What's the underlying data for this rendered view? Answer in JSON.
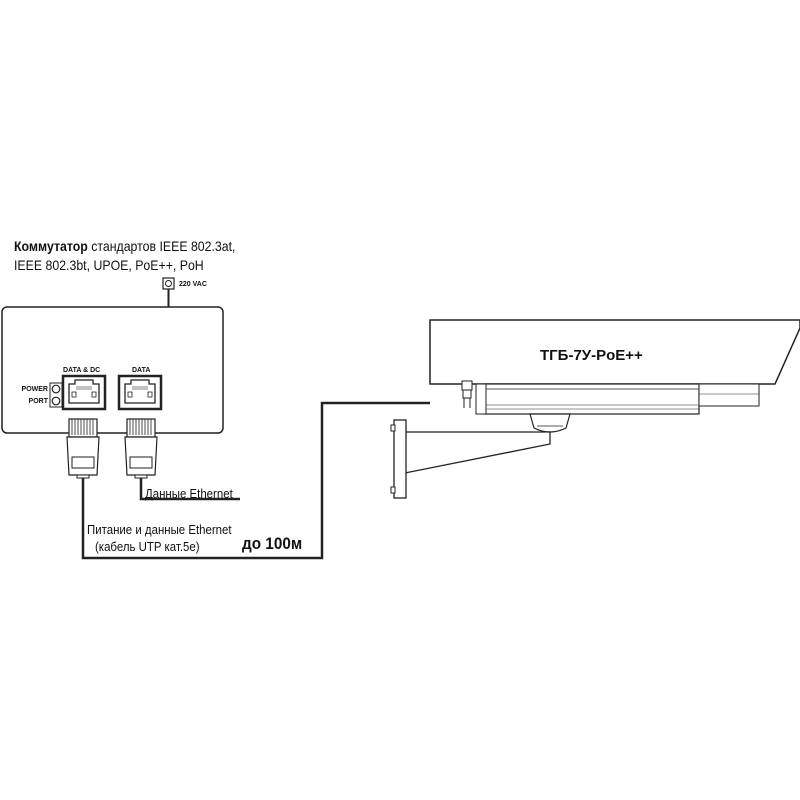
{
  "switch": {
    "title_bold": "Коммутатор",
    "title_rest": " стандартов IEEE 802.3at,",
    "title_line2": "IEEE 802.3bt, UPOE, PoE++, PoH",
    "power_input_label": "220 VAC",
    "power_label": "POWER",
    "port_label": "PORT",
    "port1_label": "DATA & DC",
    "port2_label": "DATA"
  },
  "cables": {
    "data_line_label": "Данные Ethernet",
    "poe_line_label_1": "Питание и данные Ethernet",
    "poe_line_label_2": "(кабель UTP кат.5е)",
    "distance_label": "до 100м"
  },
  "camera": {
    "model_label": "ТГБ-7У-PoE++"
  }
}
